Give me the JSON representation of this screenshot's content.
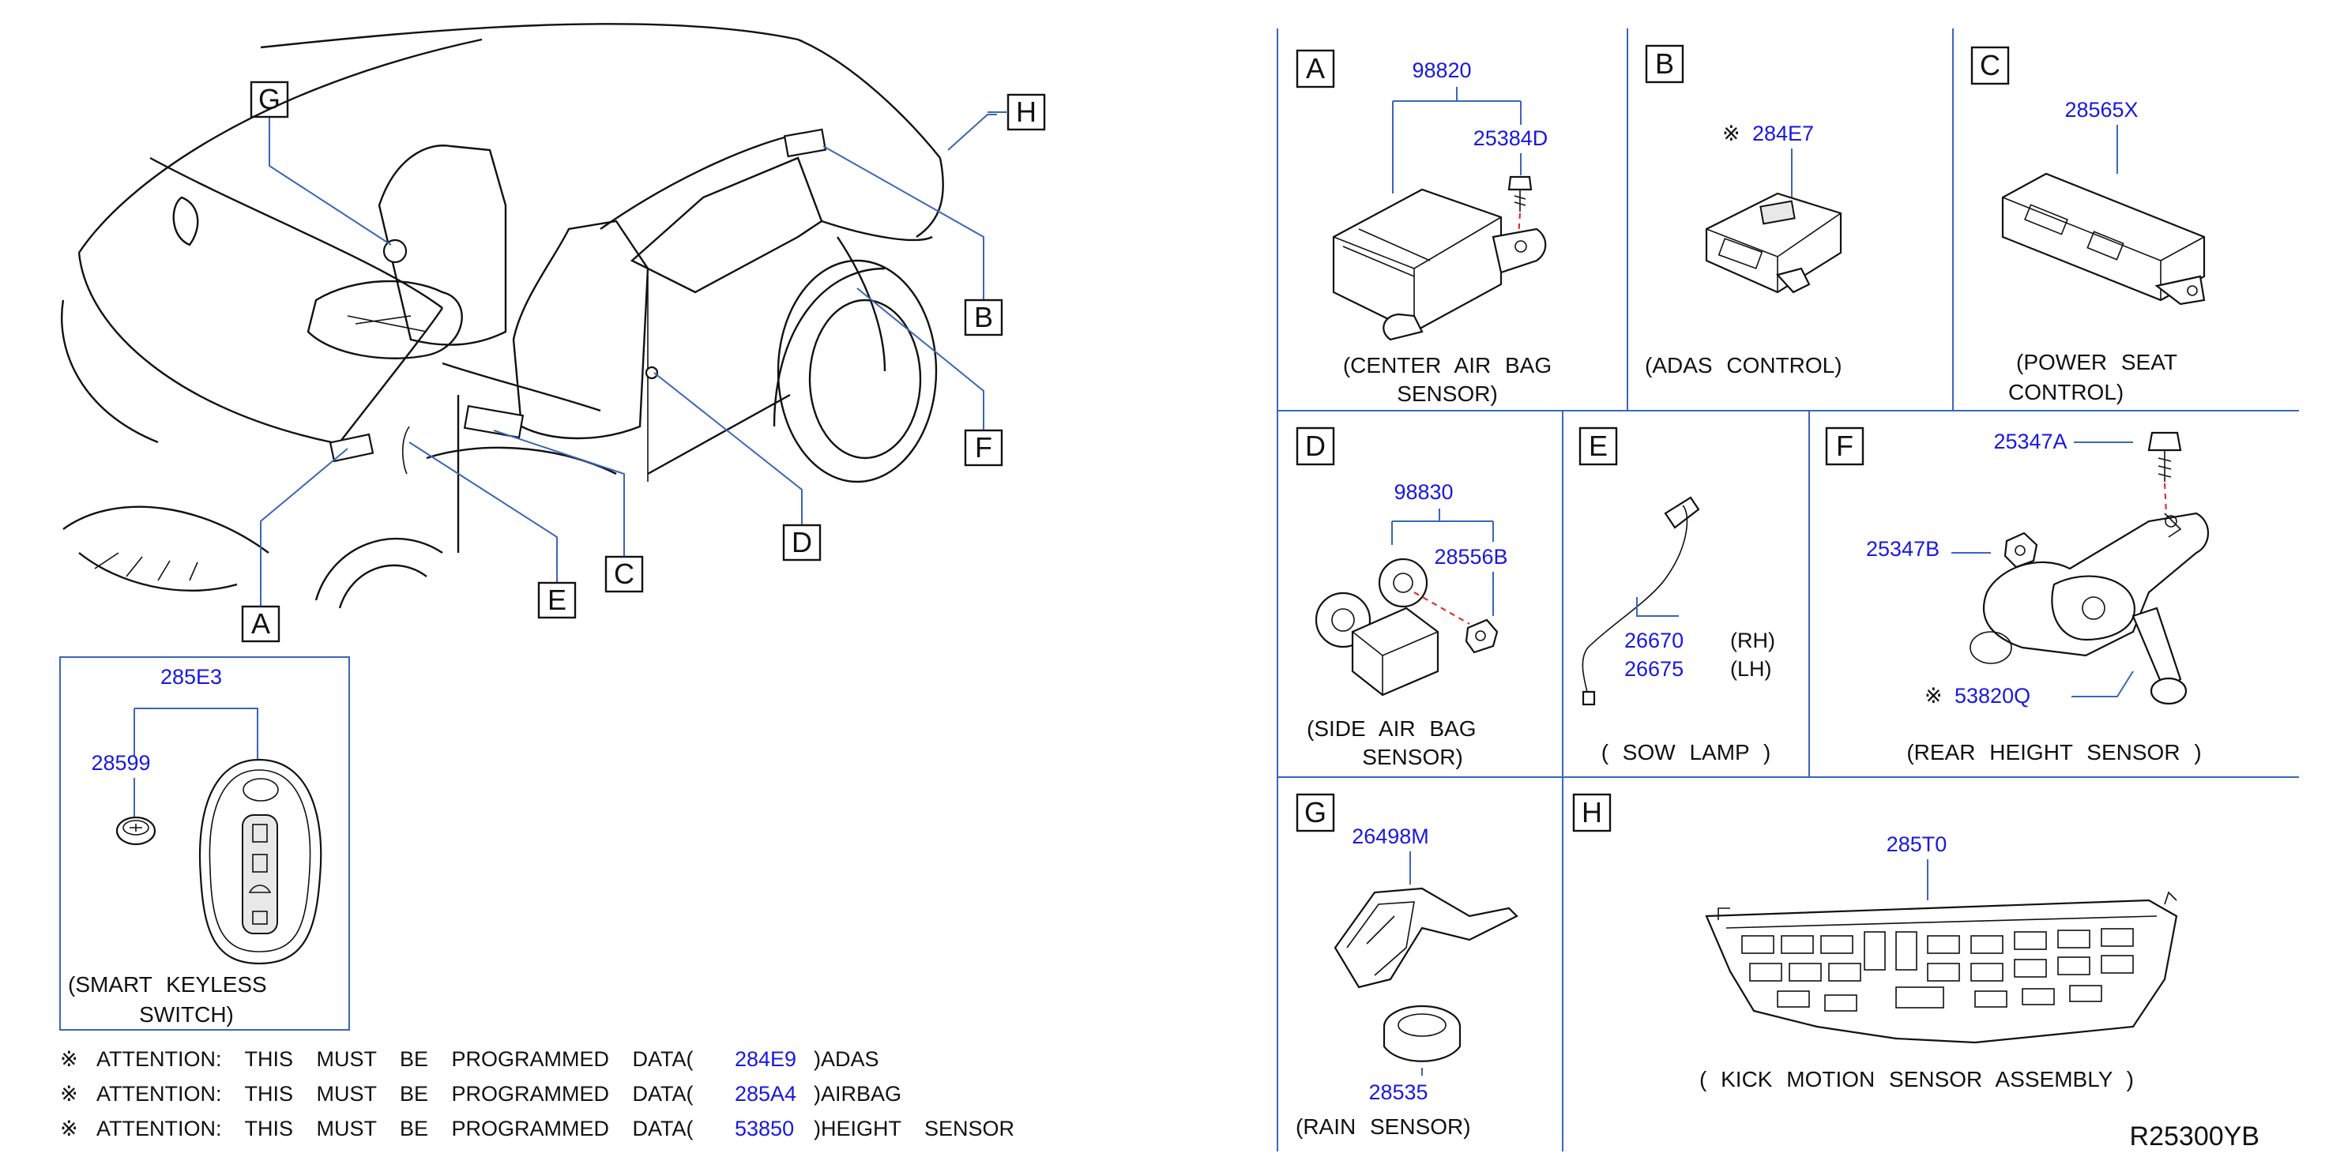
{
  "overview": {
    "callouts": [
      "G",
      "H",
      "B",
      "F",
      "D",
      "C",
      "E",
      "A"
    ]
  },
  "smart_keyless": {
    "parent_pn": "285E3",
    "child_pn": "28599",
    "caption_line1": "(SMART KEYLESS",
    "caption_line2": "SWITCH)"
  },
  "attention": [
    {
      "mark": "※",
      "text": "ATTENTION: THIS MUST BE PROGRAMMED DATA(",
      "code": "284E9",
      "suffix": ")ADAS"
    },
    {
      "mark": "※",
      "text": "ATTENTION: THIS MUST BE PROGRAMMED DATA(",
      "code": "285A4",
      "suffix": ")AIRBAG"
    },
    {
      "mark": "※",
      "text": "ATTENTION: THIS MUST BE PROGRAMMED DATA(",
      "code": "53850",
      "suffix": ")HEIGHT SENSOR"
    }
  ],
  "panels": {
    "A": {
      "letter": "A",
      "parent_pn": "98820",
      "child_pn": "25384D",
      "caption_line1": "(CENTER AIR BAG",
      "caption_line2": "SENSOR)"
    },
    "B": {
      "letter": "B",
      "mark": "※",
      "pn": "284E7",
      "caption": "(ADAS CONTROL)"
    },
    "C": {
      "letter": "C",
      "pn": "28565X",
      "caption_line1": "(POWER SEAT",
      "caption_line2": "CONTROL)"
    },
    "D": {
      "letter": "D",
      "parent_pn": "98830",
      "child_pn": "28556B",
      "caption_line1": "(SIDE AIR BAG",
      "caption_line2": "SENSOR)"
    },
    "E": {
      "letter": "E",
      "pn_rh": "26670",
      "suffix_rh": "(RH)",
      "pn_lh": "26675",
      "suffix_lh": "(LH)",
      "caption": "( SOW LAMP )"
    },
    "F": {
      "letter": "F",
      "pn_bolt": "25347A",
      "pn_nut": "25347B",
      "mark": "※",
      "pn_sensor": "53820Q",
      "caption": "(REAR HEIGHT SENSOR )"
    },
    "G": {
      "letter": "G",
      "pn_bracket": "26498M",
      "pn_sensor": "28535",
      "caption": "(RAIN SENSOR)"
    },
    "H": {
      "letter": "H",
      "pn": "285T0",
      "caption": "( KICK MOTION SENSOR ASSEMBLY )"
    }
  },
  "diagram_code": "R25300YB"
}
